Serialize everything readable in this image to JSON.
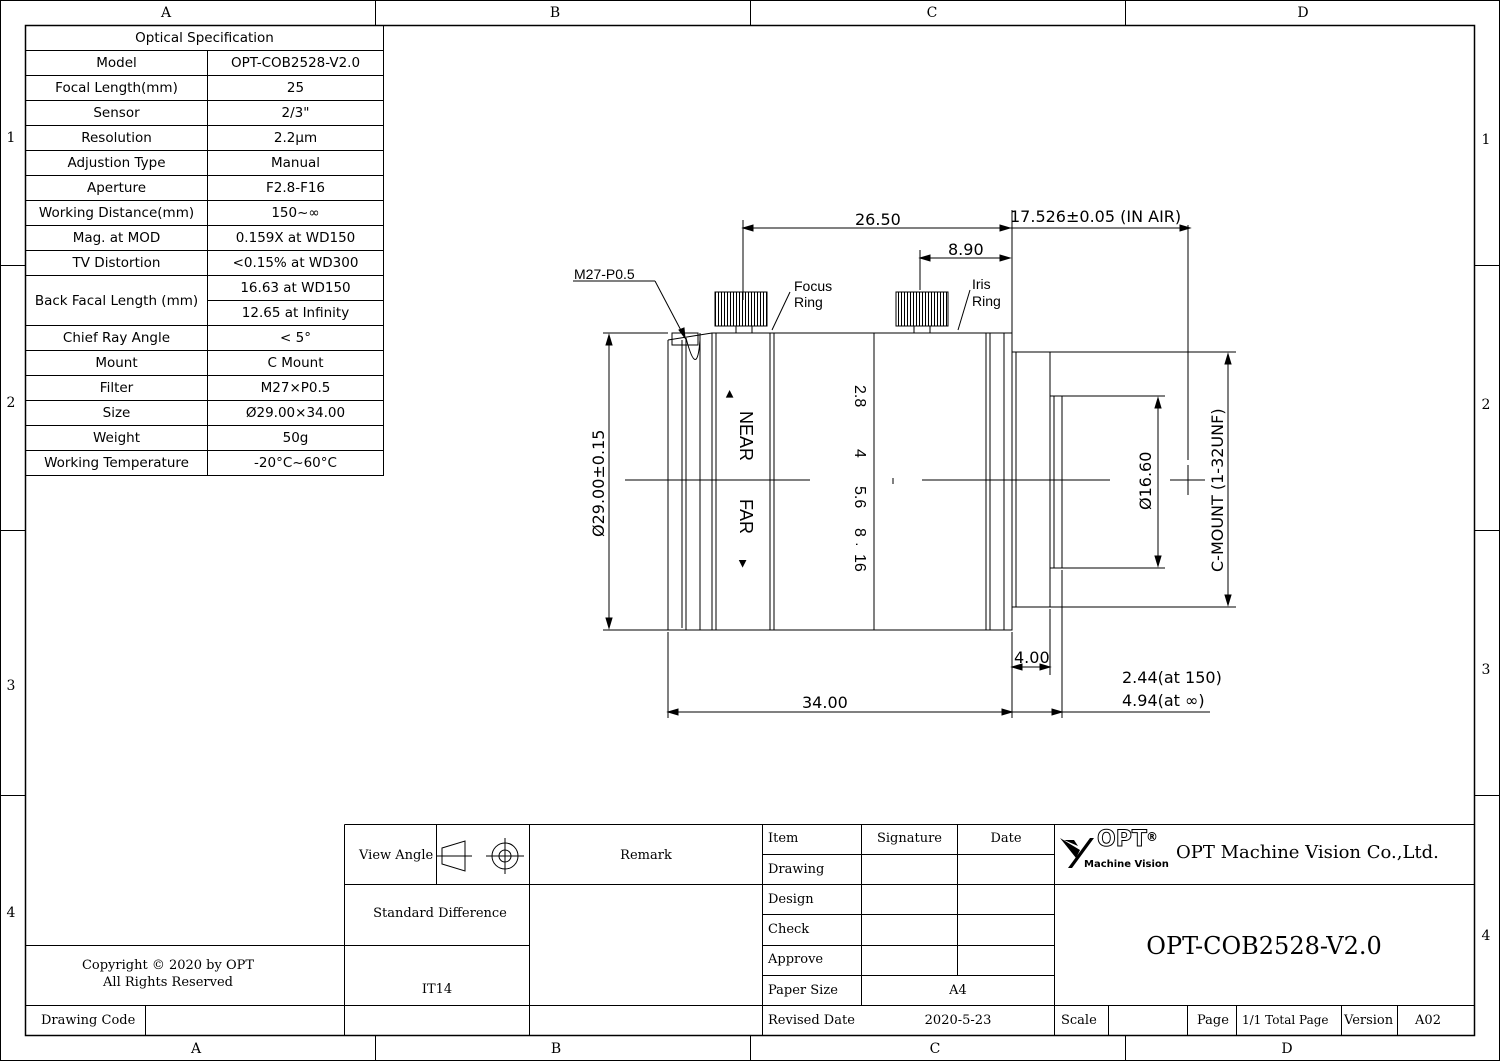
{
  "frame": {
    "columns": [
      "A",
      "B",
      "C",
      "D"
    ],
    "rows": [
      "1",
      "2",
      "3",
      "4"
    ]
  },
  "spec_table": {
    "title": "Optical Specification",
    "rows": [
      {
        "key": "Model",
        "value": "OPT-COB2528-V2.0"
      },
      {
        "key": "Focal Length(mm)",
        "value": "25"
      },
      {
        "key": "Sensor",
        "value": "2/3\""
      },
      {
        "key": "Resolution",
        "value": "2.2μm"
      },
      {
        "key": "Adjustion Type",
        "value": "Manual"
      },
      {
        "key": "Aperture",
        "value": "F2.8-F16"
      },
      {
        "key": "Working Distance(mm)",
        "value": "150~∞"
      },
      {
        "key": "Mag. at MOD",
        "value": "0.159X at WD150"
      },
      {
        "key": "TV Distortion",
        "value": "<0.15% at WD300"
      },
      {
        "key": "Back Facal Length (mm)",
        "value": "16.63 at WD150",
        "value2": "12.65 at Infinity"
      },
      {
        "key": "Chief Ray Angle",
        "value": "< 5°"
      },
      {
        "key": "Mount",
        "value": "C Mount"
      },
      {
        "key": "Filter",
        "value": "M27×P0.5"
      },
      {
        "key": "Size",
        "value": "Ø29.00×34.00"
      },
      {
        "key": "Weight",
        "value": "50g"
      },
      {
        "key": "Working Temperature",
        "value": "-20°C~60°C"
      }
    ]
  },
  "drawing": {
    "dims": {
      "d_26_50": "26.50",
      "d_17_526": "17.526±0.05 (IN AIR)",
      "d_8_90": "8.90",
      "d_29_00": "Ø29.00±0.15",
      "d_16_60": "Ø16.60",
      "c_mount": "C-MOUNT (1-32UNF)",
      "d_34_00": "34.00",
      "d_4_00": "4.00",
      "d_2_44": "2.44(at 150)",
      "d_4_94": "4.94(at ∞)"
    },
    "labels": {
      "filter_thread": "M27-P0.5",
      "focus_ring_1": "Focus",
      "focus_ring_2": "Ring",
      "iris_ring_1": "Iris",
      "iris_ring_2": "Ring"
    },
    "lens_marks": {
      "near": "NEAR",
      "far": "FAR",
      "f28": "2.8",
      "f4": "4",
      "f56": "5.6",
      "f8": "8",
      "f16": "16"
    }
  },
  "title_block": {
    "view_angle": "View Angle",
    "remark": "Remark",
    "standard_difference": "Standard Difference",
    "tolerance": "IT14",
    "copyright_1": "Copyright © 2020 by OPT",
    "copyright_2": "All Rights Reserved",
    "drawing_code": "Drawing Code",
    "col_item": "Item",
    "col_signature": "Signature",
    "col_date": "Date",
    "row_drawing": "Drawing",
    "row_design": "Design",
    "row_check": "Check",
    "row_approve": "Approve",
    "paper_size_label": "Paper Size",
    "paper_size": "A4",
    "revised_date_label": "Revised Date",
    "revised_date": "2020-5-23",
    "logo_text": "OPT",
    "logo_reg": "®",
    "logo_sub": "Machine Vision",
    "company": "OPT Machine Vision Co.,Ltd.",
    "drawing_title": "OPT-COB2528-V2.0",
    "scale_label": "Scale",
    "page_label": "Page",
    "page_value": "1/1 Total Page",
    "version_label": "Version",
    "version_value": "A02"
  }
}
